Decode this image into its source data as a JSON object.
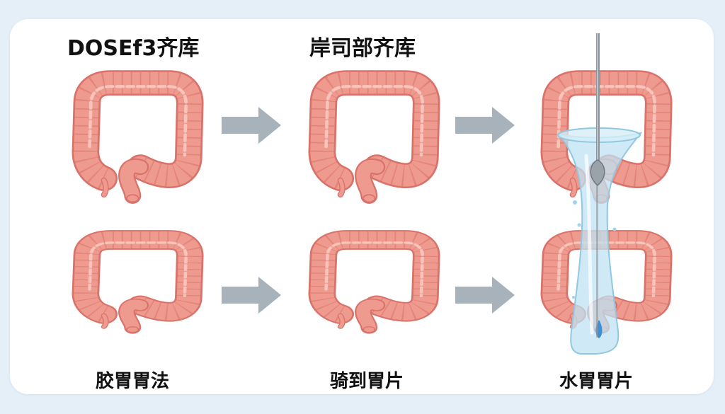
{
  "headings": {
    "col1": "DOSEf3齐库",
    "col2": "岸司部齐库"
  },
  "captions": {
    "col1": "胶胃胃法",
    "col2": "骑到胃片",
    "col3": "水胃胃片"
  },
  "colors": {
    "background": "#e4eff8",
    "card": "#ffffff",
    "colon_fill": "#ef9a8e",
    "colon_stroke": "#d9726a",
    "colon_highlight": "#f7c3ba",
    "arrow": "#a7b2bb",
    "water": "#bfe3f3",
    "water_stroke": "#8fc8e0",
    "probe": "#8f979e"
  },
  "icons": [
    "colon-illustration",
    "right-arrow-icon",
    "water-column",
    "probe-rod"
  ]
}
